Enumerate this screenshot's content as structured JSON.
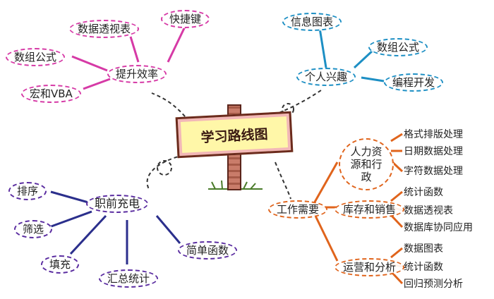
{
  "center": "学习路线图",
  "branches": {
    "efficiency": {
      "label": "提升效率",
      "children": [
        "数据透视表",
        "快捷键",
        "数组公式",
        "宏和VBA"
      ]
    },
    "interest": {
      "label": "个人兴趣",
      "children": [
        "信息图表",
        "数组公式",
        "编程开发"
      ]
    },
    "workplace": {
      "label": "职前充电",
      "children": [
        "排序",
        "筛选",
        "填充",
        "汇总统计",
        "简单函数"
      ]
    },
    "work": {
      "label": "工作需要",
      "hr": {
        "label": "人力资源和行政",
        "items": [
          "格式排版处理",
          "日期数据处理",
          "字符数据处理"
        ]
      },
      "sales": {
        "label": "库存和销售",
        "items": [
          "统计函数",
          "数据透视表",
          "数据库协同应用"
        ]
      },
      "ops": {
        "label": "运营和分析",
        "items": [
          "数据图表",
          "统计函数",
          "回归预测分析"
        ]
      }
    }
  },
  "colors": {
    "pink": "#d63aa6",
    "teal": "#1d8fc4",
    "purple": "#5a2ca0",
    "orange": "#e0641c",
    "navy": "#2b2f8c"
  }
}
